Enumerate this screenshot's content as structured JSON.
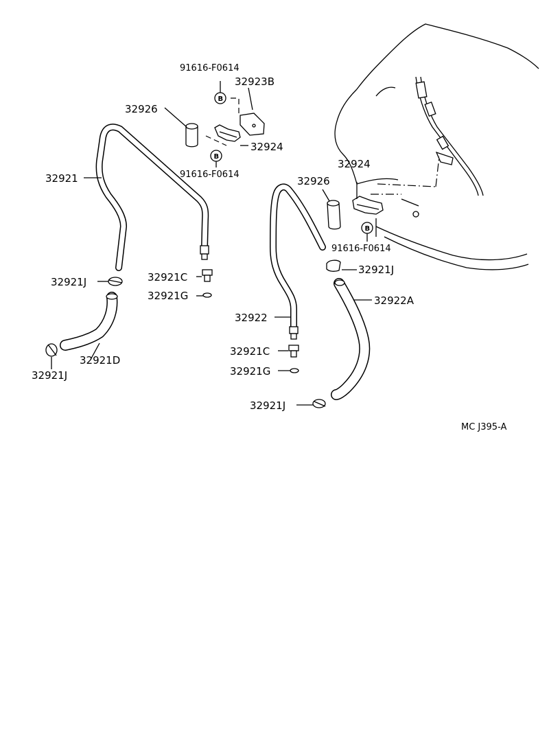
{
  "labels": {
    "bolt_top": "91616-F0614",
    "bracket_top": "32923B",
    "sleeve_left": "32926",
    "clamp_left": "32924",
    "bolt_mid": "91616-F0614",
    "pipe_left": "32921",
    "clip_left_top": "32921J",
    "hose_left": "32921D",
    "clip_left_bottom": "32921J",
    "union_left": "32921C",
    "gasket_left": "32921G",
    "clamp_right": "32924",
    "sleeve_right": "32926",
    "bolt_right": "91616-F0614",
    "clip_right_top": "32921J",
    "hose_right": "32922A",
    "pipe_right": "32922",
    "union_right": "32921C",
    "gasket_right": "32921G",
    "clip_right_bottom": "32921J",
    "diagram_code": "MC J395-A"
  },
  "marks": {
    "bolt_symbol": "B"
  }
}
